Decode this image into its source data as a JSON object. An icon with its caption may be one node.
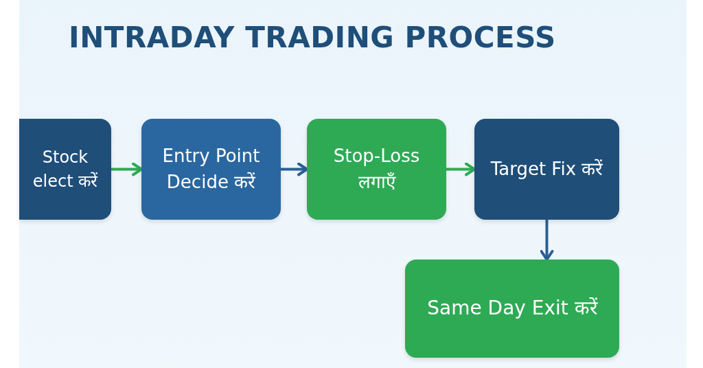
{
  "diagram": {
    "title": "INTRADAY TRADING PROCESS",
    "nodes": [
      {
        "text": [
          "Stock elect करें"
        ]
      },
      {
        "text": [
          "Entry Point Decide करें"
        ]
      },
      {
        "text": [
          "Stop-Loss लगाएँ"
        ]
      },
      {
        "text": [
          "Target Fix करें"
        ]
      },
      {
        "text": [
          "Same Day Exit करें"
        ]
      }
    ],
    "edges": [
      {
        "from": 0,
        "to": 1,
        "arrow": "to",
        "color": "#2eaa55"
      },
      {
        "from": 1,
        "to": 2,
        "arrow": "to",
        "color": "#2a5f97"
      },
      {
        "from": 2,
        "to": 3,
        "arrow": "to",
        "color": "#2eaa55"
      },
      {
        "from": 3,
        "to": 4,
        "arrow": "to",
        "color": "#2a5f97"
      }
    ]
  }
}
